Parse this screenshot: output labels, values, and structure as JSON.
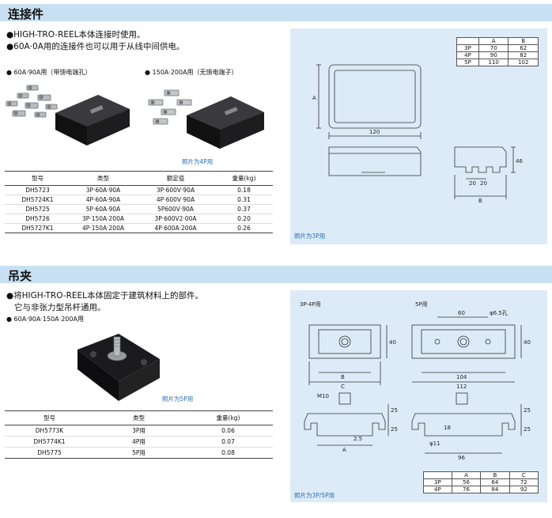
{
  "section1": {
    "title": "连接件",
    "bullet1": "●HIGH-TRO-REEL本体连接时使用。",
    "bullet2": "●60A·0A用的连接件也可以用于从线中间供电。",
    "label_left": "● 60A·90A用（带馈电端孔）",
    "label_right": "● 150A·200A用（无馈电端子）",
    "photo_caption": "照片为4P用",
    "table": {
      "headers": [
        "型号",
        "类型",
        "额定值",
        "重量(kg)"
      ],
      "rows": [
        [
          "DH5723",
          "3P·60A·90A",
          "3P·600V·90A",
          "0.18"
        ],
        [
          "DH5724K1",
          "4P·60A·90A",
          "4P·600V·90A",
          "0.31"
        ],
        [
          "DH5725",
          "5P·60A·90A",
          "5P600V·90A",
          "0.37"
        ],
        [
          "DH5726",
          "3P·150A·200A",
          "3P·600V2·00A",
          "0.20"
        ],
        [
          "DH5727K1",
          "4P·150A·200A",
          "4P·600A·200A",
          "0.26"
        ]
      ]
    },
    "drawing": {
      "caption": "照片为3P用",
      "dim_table": {
        "headers": [
          "",
          "A",
          "B"
        ],
        "rows": [
          [
            "3P",
            "70",
            "62"
          ],
          [
            "4P",
            "90",
            "82"
          ],
          [
            "5P",
            "110",
            "102"
          ]
        ]
      },
      "labels": {
        "a": "A",
        "width": "120",
        "height": "46",
        "pitch1": "20",
        "pitch2": "20",
        "b": "B"
      }
    }
  },
  "section2": {
    "title": "吊夹",
    "bullet1": "●将HIGH-TRO-REEL本体固定于建筑材料上的部件。",
    "bullet2": "它与非张力型吊杆通用。",
    "label": "● 60A·90A·150A·200A用",
    "photo_caption": "照片为5P用",
    "table": {
      "headers": [
        "型号",
        "类型",
        "重量(kg)"
      ],
      "rows": [
        [
          "DH5773K",
          "3P用",
          "0.06"
        ],
        [
          "DH5774K1",
          "4P用",
          "0.07"
        ],
        [
          "DH5775",
          "5P用",
          "0.08"
        ]
      ]
    },
    "drawing": {
      "caption": "照片为3P/5P用",
      "left_title": "3P·4P用",
      "right_title": "5P用",
      "dim_table": {
        "headers": [
          "",
          "A",
          "B",
          "C"
        ],
        "rows": [
          [
            "3P",
            "56",
            "64",
            "72"
          ],
          [
            "4P",
            "76",
            "84",
            "92"
          ]
        ]
      },
      "labels": {
        "h40_left": "40",
        "b": "B",
        "c": "C",
        "m10": "M10",
        "h25a": "25",
        "h25b": "25",
        "a": "A",
        "p25": "2.5",
        "w60": "60",
        "hole": "φ6.5孔",
        "h40_right": "40",
        "w104": "104",
        "w112": "112",
        "h25c": "25",
        "h25d": "25",
        "h18": "18",
        "phi11": "φ11",
        "w96": "96"
      }
    }
  }
}
